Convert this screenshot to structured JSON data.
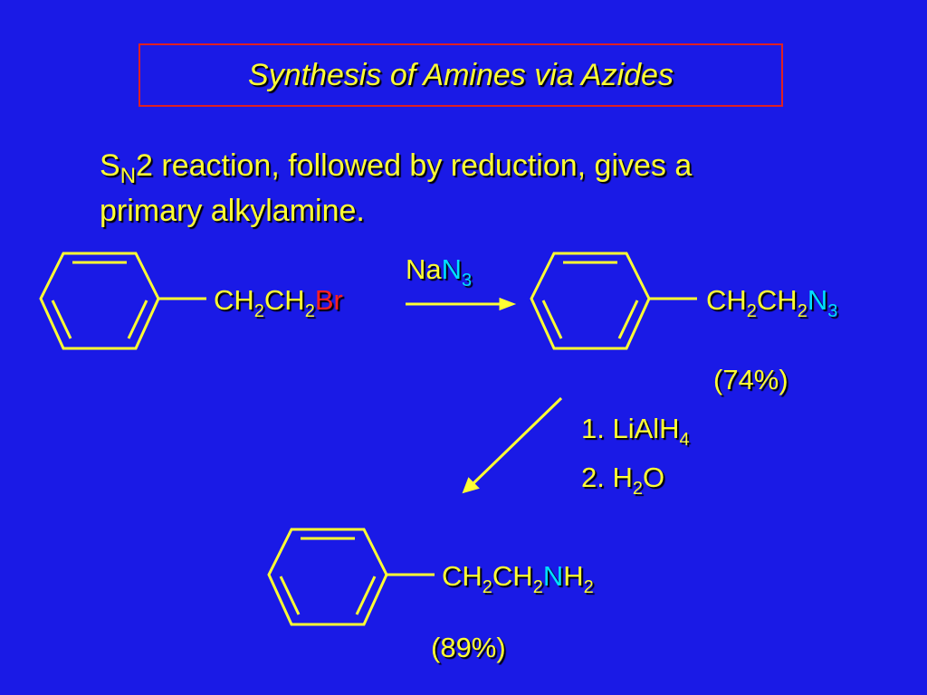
{
  "title": "Synthesis of Amines via Azides",
  "intro": {
    "s": "S",
    "n": "N",
    "text_line1": "2 reaction, followed by reduction, gives a",
    "text_line2": "primary alkylamine."
  },
  "reactant": {
    "ch": "CH",
    "two": "2",
    "br": "Br"
  },
  "reagent1": {
    "na": "Na",
    "n": "N",
    "three": "3"
  },
  "azide": {
    "ch": "CH",
    "two": "2",
    "n": "N",
    "three": "3"
  },
  "yield1": "(74%)",
  "reduction": {
    "step1": "1.  LiAlH",
    "step1_sub": "4",
    "step2": "2.  H",
    "step2_sub": "2",
    "step2_end": "O"
  },
  "amine": {
    "ch": "CH",
    "two": "2",
    "n": "N",
    "h": "H"
  },
  "yield2": "(89%)",
  "colors": {
    "background": "#1a1ae6",
    "text": "#ffff33",
    "leaving_group": "#ff2020",
    "nitrogen": "#00e0ff",
    "title_border": "#e02020"
  }
}
